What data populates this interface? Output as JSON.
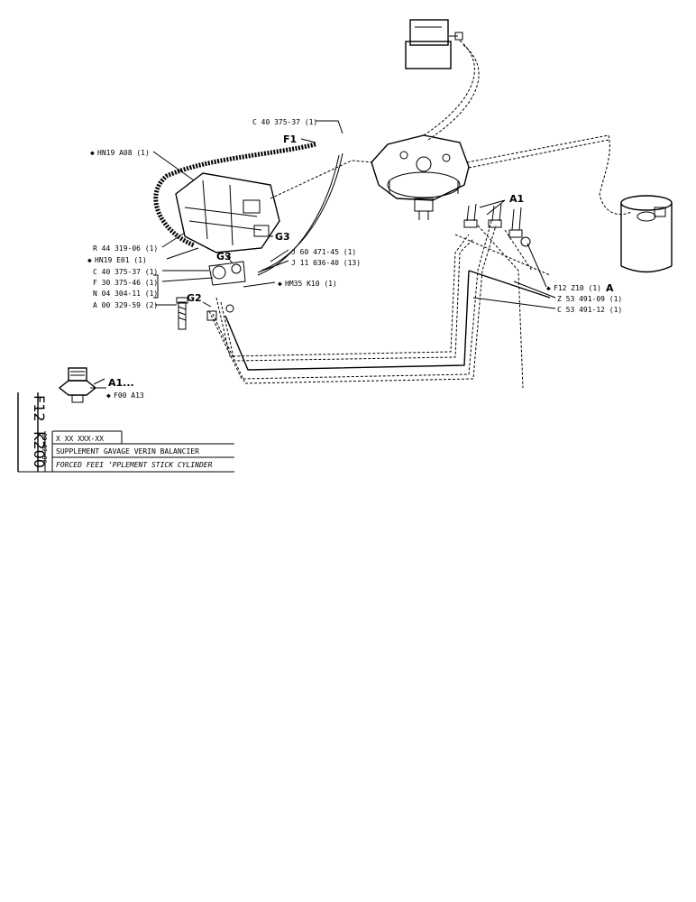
{
  "callouts": {
    "c40_375_37_top": "C 40 375-37 (1)",
    "f1": "F1",
    "hn19_a08": "HN19 A08 (1)",
    "r44_319_06": "R 44 319-06 (1)",
    "hn19_e01": "HN19 E01 (1)",
    "c40_375_37_mid": "C 40 375-37 (1)",
    "f30_375_46": "F 30 375-46 (1)",
    "n04_304_11": "N 04 304-11 (1)",
    "a00_329_59": "A 00 329-59 (2)",
    "g3_right": "G3",
    "g3_left": "G3",
    "j60_471_45": "J 60 471-45 (1)",
    "j11_036_40": "J 11 036-40 (13)",
    "hm35_k10": "HM35 K10 (1)",
    "g2": "G2",
    "a1_top": "A1",
    "f12_z10": "F12 Z10 (1)",
    "f12_z10_a": "A",
    "z53_491_09": "Z 53 491-09 (1)",
    "c53_491_12": "C 53 491-12 (1)",
    "a1_detail": "A1...",
    "f00_a13": "F00 A13"
  },
  "title_block": {
    "side_code_1": "F12",
    "side_code_2": "K200",
    "date": "09-02-86",
    "ref_code": "X XX XXX-XX",
    "title_fr": "SUPPLEMENT GAVAGE VERIN BALANCIER",
    "title_en": "FORCED FEEI   ’PPLEMENT STICK CYLINDER"
  }
}
